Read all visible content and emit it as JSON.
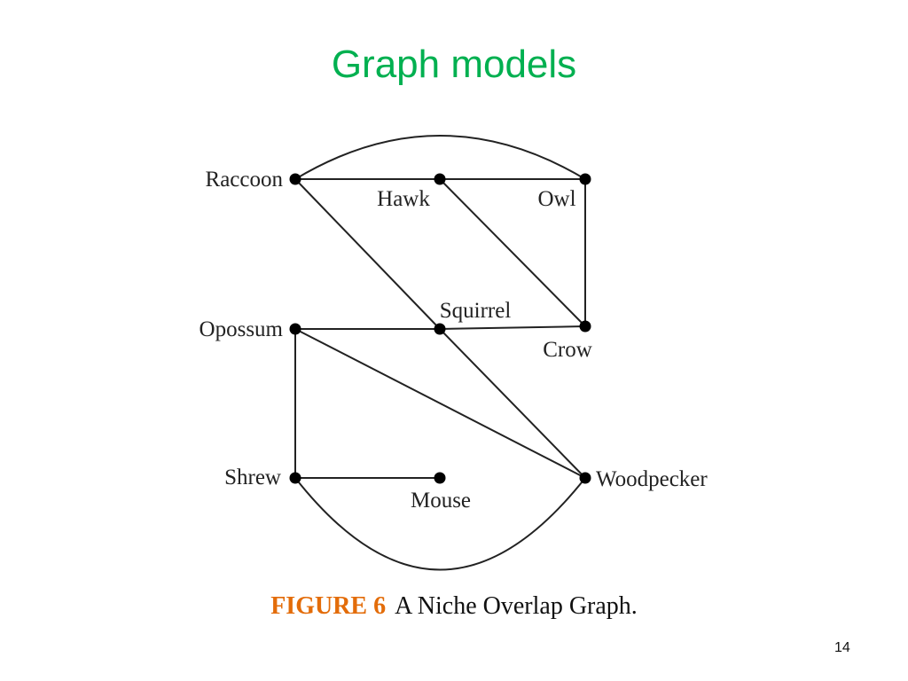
{
  "slide": {
    "title": "Graph models",
    "page_number": "14"
  },
  "figure": {
    "caption_tag": "FIGURE 6",
    "caption_text": "A Niche Overlap Graph."
  },
  "graph": {
    "nodes": [
      {
        "id": "raccoon",
        "label": "Raccoon"
      },
      {
        "id": "hawk",
        "label": "Hawk"
      },
      {
        "id": "owl",
        "label": "Owl"
      },
      {
        "id": "squirrel",
        "label": "Squirrel"
      },
      {
        "id": "opossum",
        "label": "Opossum"
      },
      {
        "id": "crow",
        "label": "Crow"
      },
      {
        "id": "shrew",
        "label": "Shrew"
      },
      {
        "id": "mouse",
        "label": "Mouse"
      },
      {
        "id": "woodpecker",
        "label": "Woodpecker"
      }
    ],
    "edges": [
      [
        "raccoon",
        "hawk"
      ],
      [
        "hawk",
        "owl"
      ],
      [
        "raccoon",
        "owl"
      ],
      [
        "raccoon",
        "squirrel"
      ],
      [
        "hawk",
        "crow"
      ],
      [
        "owl",
        "crow"
      ],
      [
        "opossum",
        "squirrel"
      ],
      [
        "squirrel",
        "crow"
      ],
      [
        "squirrel",
        "woodpecker"
      ],
      [
        "opossum",
        "woodpecker"
      ],
      [
        "opossum",
        "shrew"
      ],
      [
        "shrew",
        "mouse"
      ],
      [
        "shrew",
        "woodpecker"
      ]
    ]
  }
}
